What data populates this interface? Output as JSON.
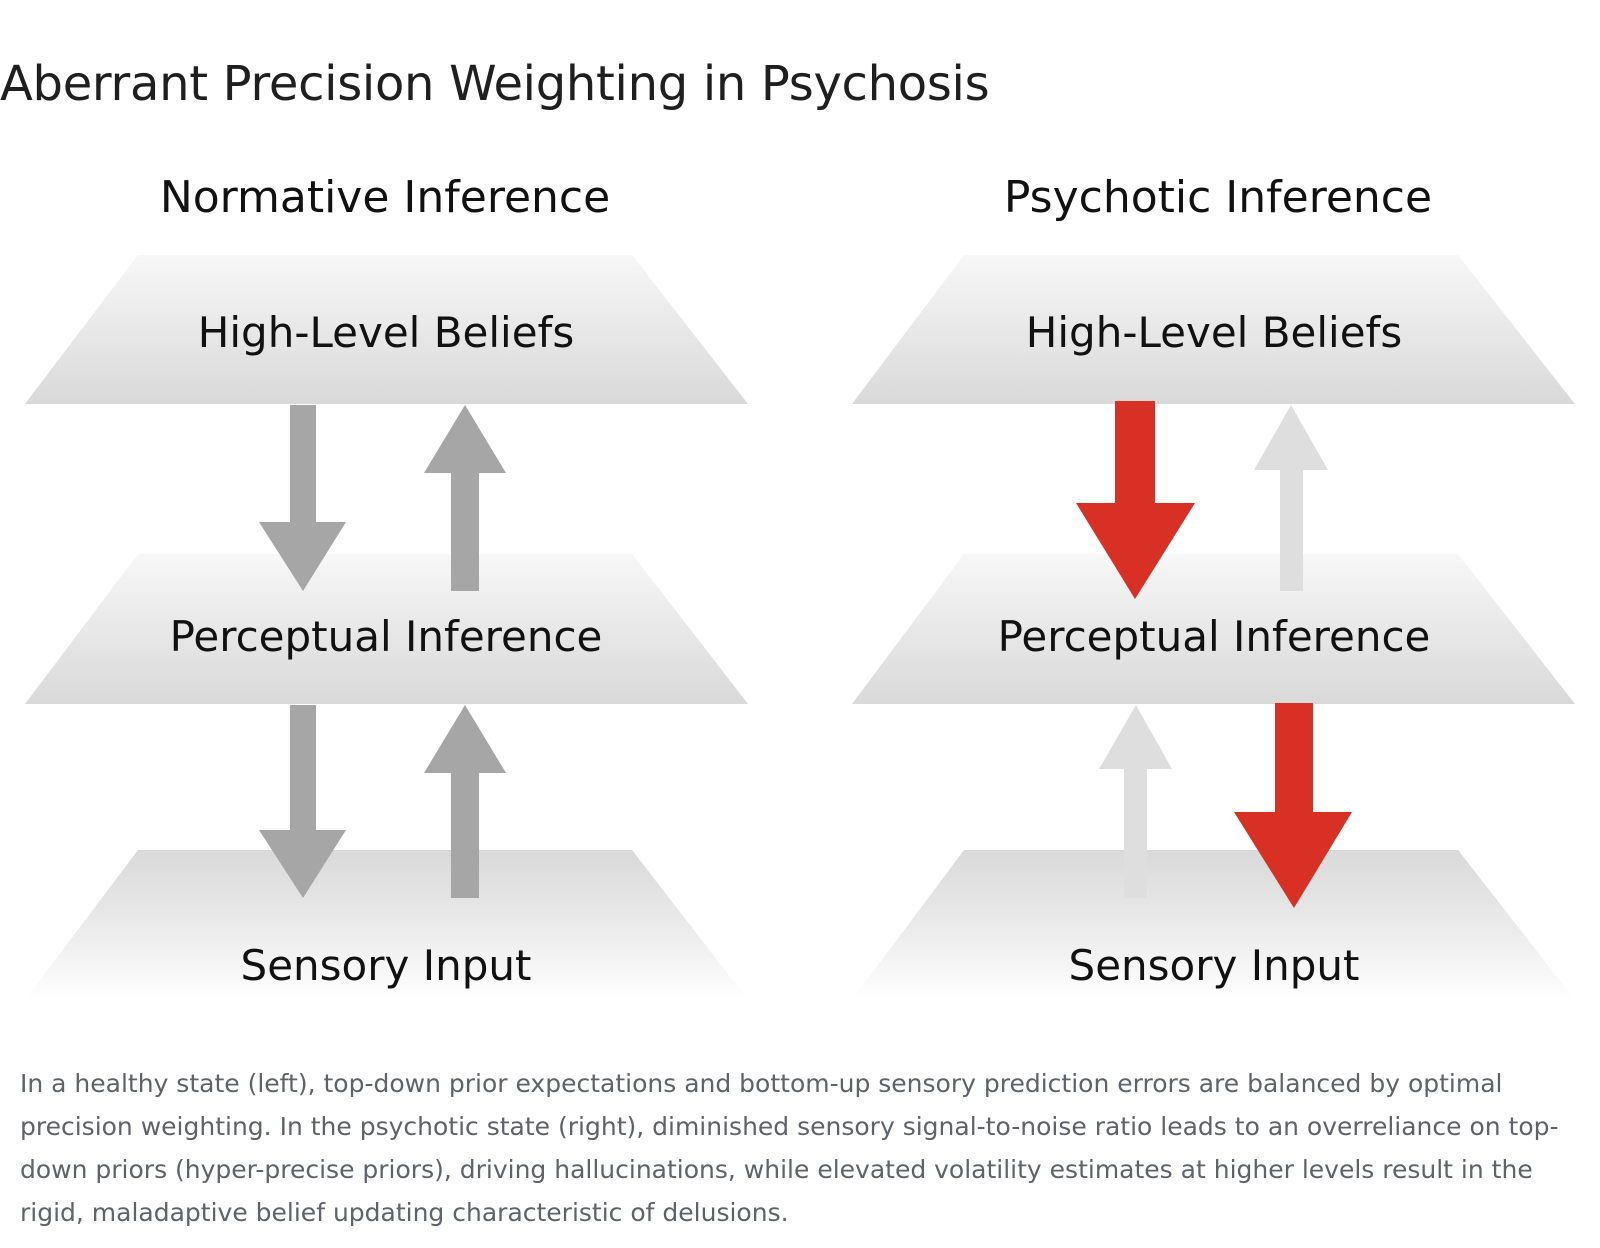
{
  "page_title": "Aberrant Precision Weighting in Psychosis",
  "panels": [
    {
      "title": "Normative Inference",
      "levels": [
        "High-Level Beliefs",
        "Perceptual Inference",
        "Sensory Input"
      ]
    },
    {
      "title": "Psychotic Inference",
      "levels": [
        "High-Level Beliefs",
        "Perceptual Inference",
        "Sensory Input"
      ]
    }
  ],
  "caption": "In a healthy state (left), top-down prior expectations and bottom-up sensory prediction errors are balanced by optimal precision weighting. In the psychotic state (right), diminished sensory signal-to-noise ratio leads to an overreliance on top-down priors (hyper-precise priors), driving hallucinations, while elevated volatility estimates at higher levels result in the rigid, maladaptive belief updating characteristic of delusions.",
  "colors": {
    "normal_arrow": "#a6a6a6",
    "weak_arrow": "#dedede",
    "strong_arrow": "#d93025",
    "title_text": "#1f1f1f",
    "caption_text": "#5f6368"
  }
}
